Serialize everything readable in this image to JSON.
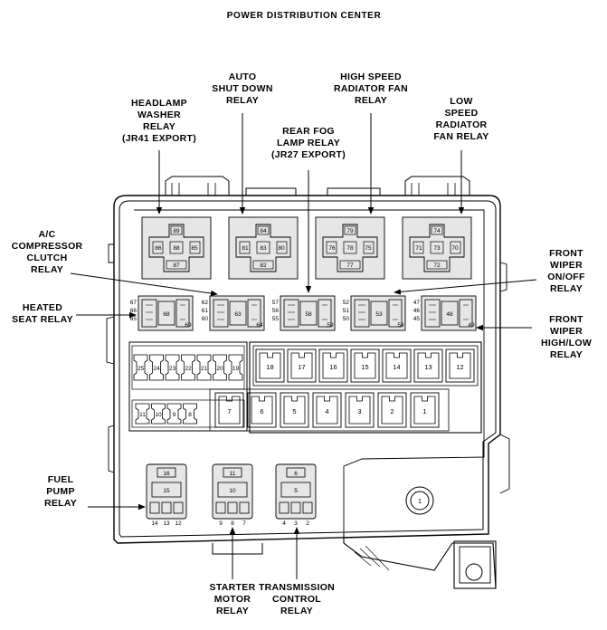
{
  "title": "POWER DISTRIBUTION CENTER",
  "callouts": {
    "headlamp_washer": [
      "HEADLAMP",
      "WASHER",
      "RELAY",
      "(JR41 EXPORT)"
    ],
    "auto_shut_down": [
      "AUTO",
      "SHUT DOWN",
      "RELAY"
    ],
    "high_speed_fan": [
      "HIGH SPEED",
      "RADIATOR FAN",
      "RELAY"
    ],
    "low_speed_fan": [
      "LOW",
      "SPEED",
      "RADIATOR",
      "FAN RELAY"
    ],
    "rear_fog": [
      "REAR FOG",
      "LAMP RELAY",
      "(JR27 EXPORT)"
    ],
    "ac_compressor": [
      "A/C",
      "COMPRESSOR",
      "CLUTCH",
      "RELAY"
    ],
    "heated_seat": [
      "HEATED",
      "SEAT RELAY"
    ],
    "front_wiper_onoff": [
      "FRONT",
      "WIPER",
      "ON/OFF",
      "RELAY"
    ],
    "front_wiper_highlow": [
      "FRONT",
      "WIPER",
      "HIGH/LOW",
      "RELAY"
    ],
    "fuel_pump": [
      "FUEL",
      "PUMP",
      "RELAY"
    ],
    "starter_motor": [
      "STARTER",
      "MOTOR",
      "RELAY"
    ],
    "transmission_control": [
      "TRANSMISSION",
      "CONTROL",
      "RELAY"
    ]
  },
  "top_relays": [
    {
      "pins": [
        "89",
        "86",
        "88",
        "85",
        "87"
      ]
    },
    {
      "pins": [
        "84",
        "81",
        "83",
        "80",
        "82"
      ]
    },
    {
      "pins": [
        "79",
        "76",
        "78",
        "75",
        "77"
      ]
    },
    {
      "pins": [
        "74",
        "71",
        "73",
        "70",
        "72"
      ]
    }
  ],
  "mid_relays": [
    {
      "side": [
        "67",
        "66",
        "65"
      ],
      "center": "68",
      "corner": "69"
    },
    {
      "side": [
        "62",
        "61",
        "60"
      ],
      "center": "63",
      "corner": "64"
    },
    {
      "side": [
        "57",
        "56",
        "55"
      ],
      "center": "58",
      "corner": "59"
    },
    {
      "side": [
        "52",
        "51",
        "50"
      ],
      "center": "53",
      "corner": "54"
    },
    {
      "side": [
        "47",
        "46",
        "45"
      ],
      "center": "48",
      "corner": "49"
    }
  ],
  "mini_fuses_top": [
    "25",
    "24",
    "23",
    "22",
    "21",
    "20",
    "19"
  ],
  "mini_fuses_bottom": [
    "11",
    "10",
    "9",
    "8"
  ],
  "cartridge_fuses_top": [
    "18",
    "17",
    "16",
    "15",
    "14",
    "13",
    "12"
  ],
  "cartridge_fuses_bottom": [
    "7",
    "6",
    "5",
    "4",
    "3",
    "2",
    "1"
  ],
  "bottom_relays": [
    {
      "top": "16",
      "center": "15",
      "pins": [
        "14",
        "13",
        "12"
      ]
    },
    {
      "top": "11",
      "center": "10",
      "pins": [
        "9",
        "8",
        "7"
      ]
    },
    {
      "top": "6",
      "center": "5",
      "pins": [
        "4",
        "3",
        "2"
      ]
    }
  ],
  "fuse_1_label": "1"
}
